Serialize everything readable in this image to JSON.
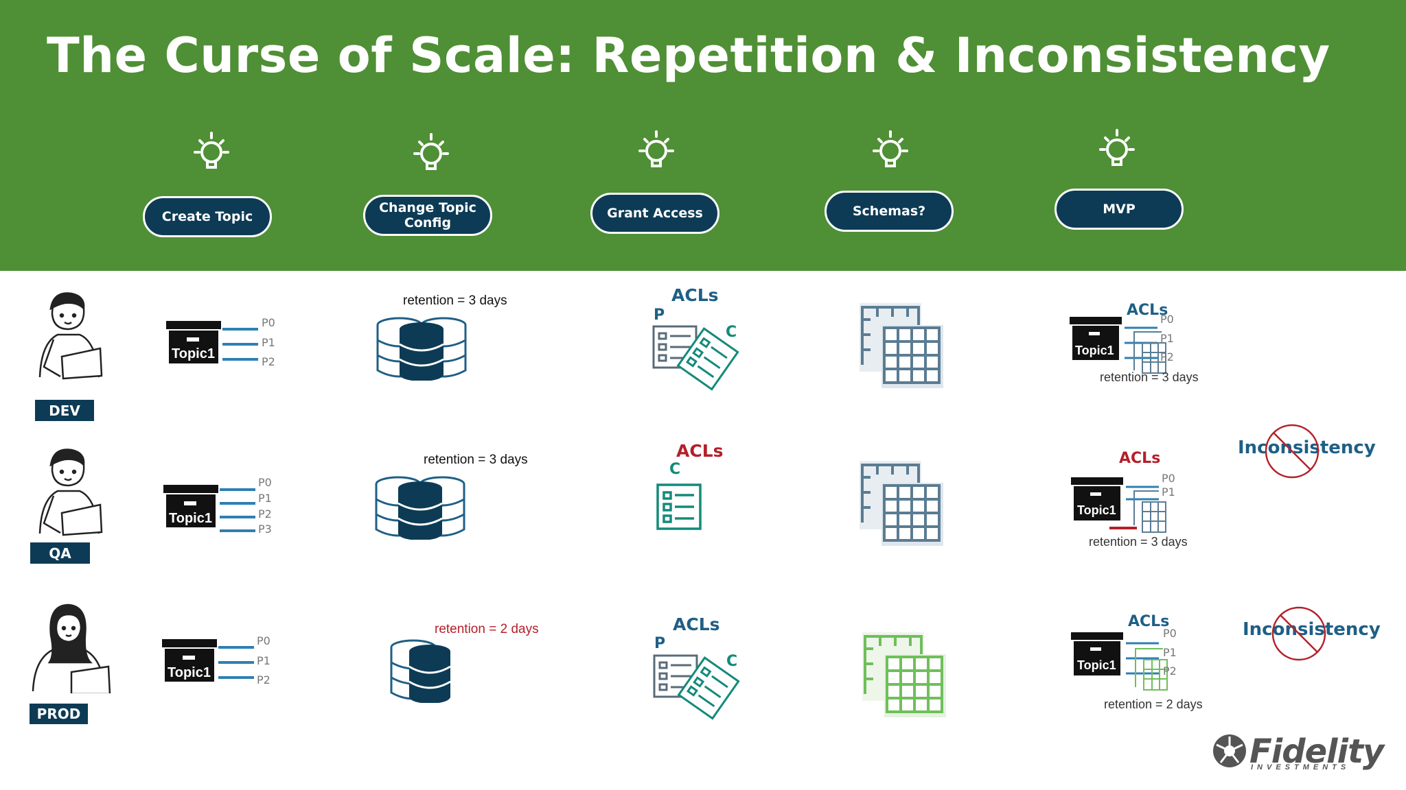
{
  "title": "The Curse of Scale: Repetition & Inconsistency",
  "steps": [
    {
      "label": "Create Topic"
    },
    {
      "label": "Change Topic Config"
    },
    {
      "label": "Grant Access"
    },
    {
      "label": "Schemas?"
    },
    {
      "label": "MVP"
    }
  ],
  "rows": [
    {
      "env": "DEV",
      "topic": "Topic1",
      "partitions": [
        "P0",
        "P1",
        "P2"
      ],
      "retention": "retention = 3 days",
      "acls": {
        "title": "ACLs",
        "p": "P",
        "c": "C"
      },
      "mvp": {
        "acls": "ACLs",
        "topic": "Topic1",
        "partitions": [
          "P0",
          "P1",
          "P2"
        ],
        "retention": "retention = 3 days"
      }
    },
    {
      "env": "QA",
      "topic": "Topic1",
      "partitions": [
        "P0",
        "P1",
        "P2",
        "P3"
      ],
      "retention": "retention = 3 days",
      "acls": {
        "title": "ACLs",
        "c": "C"
      },
      "mvp": {
        "acls": "ACLs",
        "topic": "Topic1",
        "partitions": [
          "P0",
          "P1"
        ],
        "retention": "retention = 3 days"
      },
      "flag": "Inconsistency"
    },
    {
      "env": "PROD",
      "topic": "Topic1",
      "partitions": [
        "P0",
        "P1",
        "P2"
      ],
      "retention": "retention = 2 days",
      "acls": {
        "title": "ACLs",
        "p": "P",
        "c": "C"
      },
      "mvp": {
        "acls": "ACLs",
        "topic": "Topic1",
        "partitions": [
          "P0",
          "P1",
          "P2"
        ],
        "retention": "retention = 2 days"
      },
      "flag": "Inconsistency"
    }
  ],
  "logo": {
    "name": "Fidelity",
    "sub": "INVESTMENTS"
  },
  "colors": {
    "banner": "#4f8f35",
    "button": "#0d3b55",
    "accent_blue": "#1e5f86",
    "accent_red": "#b3202a",
    "accent_teal": "#138a7a",
    "accent_green": "#6fbf5a"
  }
}
